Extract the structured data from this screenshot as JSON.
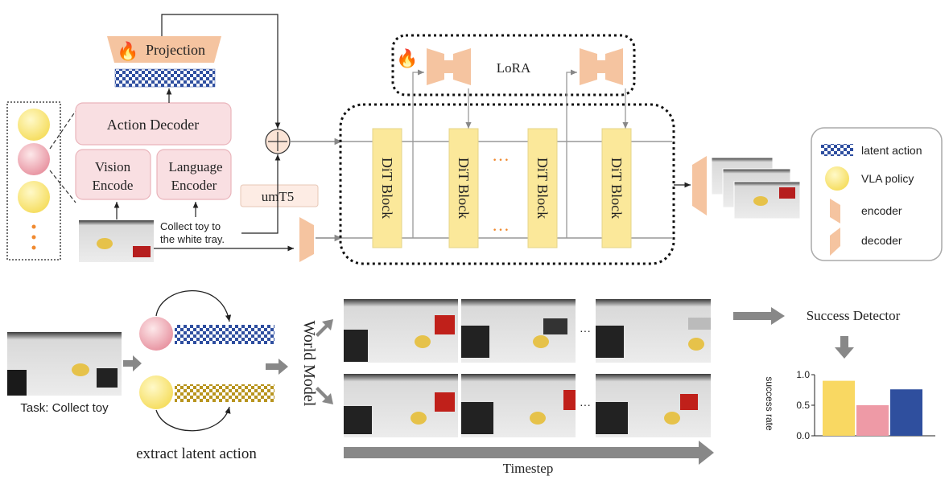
{
  "top": {
    "projection_label": "Projection",
    "action_decoder_label": "Action Decoder",
    "vision_encode_label": [
      "Vision",
      "Encode"
    ],
    "language_encoder_label": [
      "Language",
      "Encoder"
    ],
    "instruction_text": [
      "Collect toy to",
      "the white tray."
    ],
    "umt5_label": "umT5",
    "lora_label": "LoRA",
    "dit_block_label": "DiT Block",
    "ellipsis": "…"
  },
  "legend": {
    "latent_action": "latent action",
    "vla_policy": "VLA policy",
    "encoder": "encoder",
    "decoder": "decoder"
  },
  "bottom": {
    "task_label": "Task: Collect toy",
    "extract_label": "extract latent action",
    "world_model_label": "World Model",
    "timestep_label": "Timestep",
    "success_detector_label": "Success Detector",
    "ellipsis": "···"
  },
  "chart_data": {
    "type": "bar",
    "ylabel": "success rate",
    "ylim": [
      0,
      1.0
    ],
    "yticks": [
      "1.0",
      "0.5",
      "0.0"
    ],
    "values": [
      0.9,
      0.5,
      0.76
    ],
    "colors": [
      "#f9d862",
      "#ee9aa6",
      "#2f4f9e"
    ]
  },
  "colors": {
    "pink_box": "#f9dfe2",
    "pink_border": "#e9b4bb",
    "dit_yellow": "#fbe89a",
    "encoder_orange": "#f5c4a0",
    "checker_blue": "#2f4fa0",
    "checker_gold": "#b8941e",
    "vla_yellow": "#f9e67a",
    "vla_pink": "#eea2ae"
  }
}
